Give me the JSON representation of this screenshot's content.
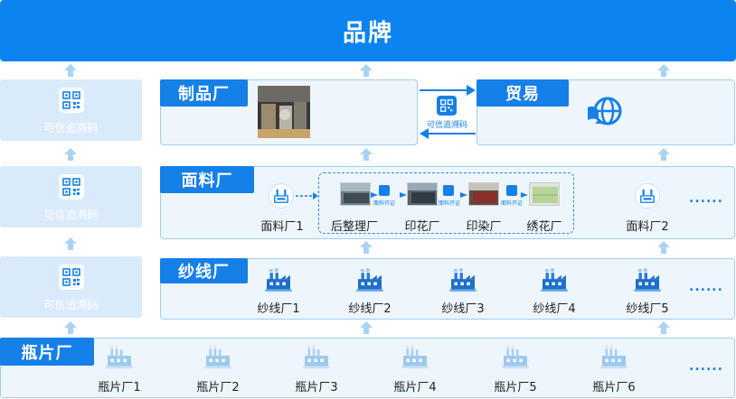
{
  "brand": {
    "title": "品牌"
  },
  "qr_label": "可信追溯码",
  "finished": {
    "label": "制品厂"
  },
  "trade": {
    "label": "贸易"
  },
  "fabric": {
    "label": "面料厂",
    "left_label": "面料厂1",
    "right_label": "面料厂2",
    "steps": [
      "后整理厂",
      "印花厂",
      "印染厂",
      "绣花厂"
    ],
    "tag": "面料开证"
  },
  "yarn": {
    "label": "纱线厂",
    "factories": [
      "纱线厂1",
      "纱线厂2",
      "纱线厂3",
      "纱线厂4",
      "纱线厂5"
    ]
  },
  "flake": {
    "label": "瓶片厂",
    "factories": [
      "瓶片厂1",
      "瓶片厂2",
      "瓶片厂3",
      "瓶片厂4",
      "瓶片厂5",
      "瓶片厂6"
    ]
  },
  "more": "......",
  "colors": {
    "primary": "#0b84f0",
    "panel": "#eef6fd",
    "card": "#d9ebfb",
    "arrow": "#a9d3f5"
  }
}
